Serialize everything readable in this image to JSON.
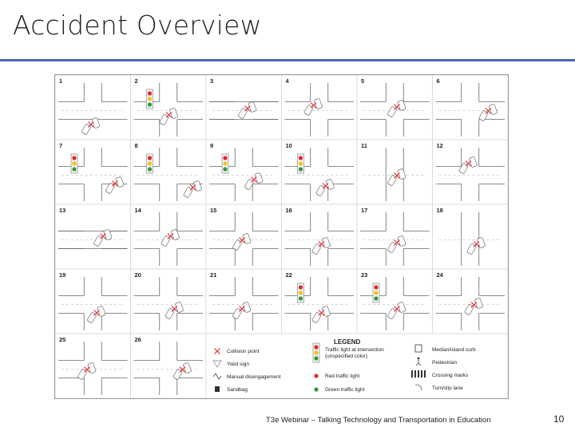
{
  "slide": {
    "title": "Accident Overview",
    "footer": "T3e Webinar – Talking Technology and Transportation in Education",
    "page_number": "10"
  },
  "figure": {
    "cells": [
      "1",
      "2",
      "3",
      "4",
      "5",
      "6",
      "7",
      "8",
      "9",
      "10",
      "11",
      "12",
      "13",
      "14",
      "15",
      "16",
      "17",
      "18",
      "19",
      "20",
      "21",
      "22",
      "23",
      "24",
      "25",
      "26"
    ],
    "legend": {
      "title": "LEGEND",
      "col1": [
        "Collision point",
        "Yield sign",
        "Manual disengagement",
        "Sandbag"
      ],
      "col2": [
        "Traffic light at intersection",
        "(unspecified color)",
        "Red traffic light",
        "Green traffic light"
      ],
      "col3": [
        "Median/island curb",
        "Pedestrian",
        "Crossing marks",
        "Turn/slip lane"
      ]
    }
  },
  "colors": {
    "title_rule": "#4a64b0",
    "collision": "#e0262b",
    "light_red": "#e0262b",
    "light_yellow": "#f2c21b",
    "light_green": "#2e9b3a"
  }
}
